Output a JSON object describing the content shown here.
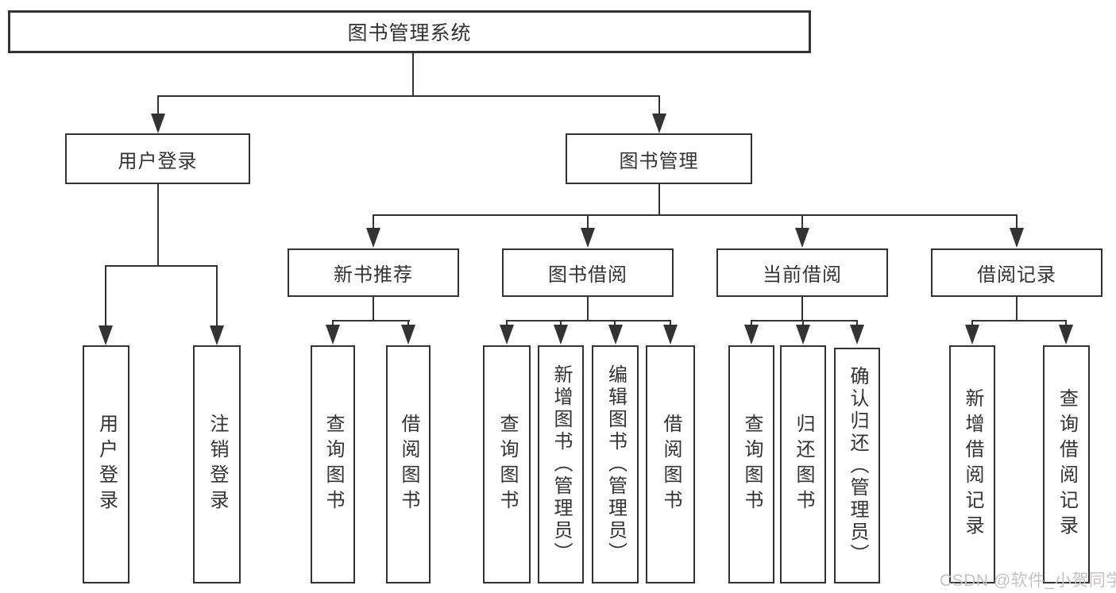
{
  "diagram": {
    "title": "图书管理系统",
    "branches": [
      {
        "label": "用户登录",
        "leaves": [
          {
            "label": "用户登录"
          },
          {
            "label": "注销登录"
          }
        ]
      },
      {
        "label": "图书管理",
        "groups": [
          {
            "label": "新书推荐",
            "leaves": [
              {
                "label": "查询图书"
              },
              {
                "label": "借阅图书"
              }
            ]
          },
          {
            "label": "图书借阅",
            "leaves": [
              {
                "label": "查询图书"
              },
              {
                "label": "新增图书（管理员）"
              },
              {
                "label": "编辑图书（管理员）"
              },
              {
                "label": "借阅图书"
              }
            ]
          },
          {
            "label": "当前借阅",
            "leaves": [
              {
                "label": "查询图书"
              },
              {
                "label": "归还图书"
              },
              {
                "label": "确认归还（管理员）"
              }
            ]
          },
          {
            "label": "借阅记录",
            "leaves": [
              {
                "label": "新增借阅记录"
              },
              {
                "label": "查询借阅记录"
              }
            ]
          }
        ]
      }
    ]
  },
  "watermark": {
    "text": "CSDN @软件_小贺同学"
  },
  "colors": {
    "line": "#333333",
    "text": "#333333",
    "background": "#ffffff",
    "watermark": "#c6c2c2"
  }
}
